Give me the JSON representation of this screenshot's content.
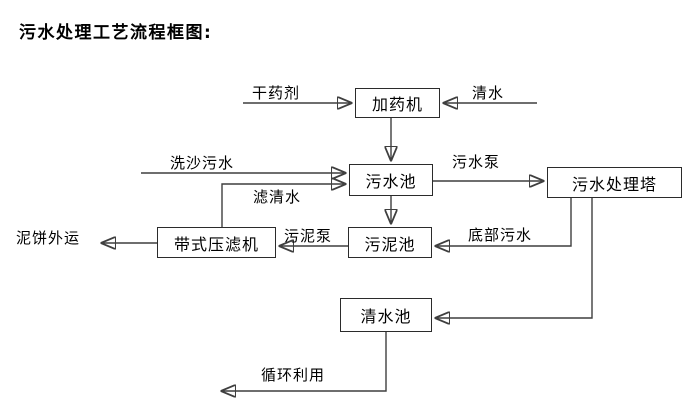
{
  "title": "污水处理工艺流程框图:",
  "nodes": {
    "dosing_machine": {
      "label": "加药机"
    },
    "sewage_pool": {
      "label": "污水池"
    },
    "treatment_tower": {
      "label": "污水处理塔"
    },
    "sludge_pool": {
      "label": "污泥池"
    },
    "belt_filter_press": {
      "label": "带式压滤机"
    },
    "clear_water_pool": {
      "label": "清水池"
    }
  },
  "flow_labels": {
    "dry_chemical": "干药剂",
    "clear_water": "清水",
    "sand_washing_sewage": "洗沙污水",
    "filtered_water": "滤清水",
    "sewage_pump": "污水泵",
    "bottom_sewage": "底部污水",
    "sludge_pump": "污泥泵",
    "mud_cake_transport": "泥饼外运",
    "recycling": "循环利用"
  },
  "colors": {
    "line": "#3f3f3f",
    "text": "#000000",
    "background": "#ffffff"
  }
}
